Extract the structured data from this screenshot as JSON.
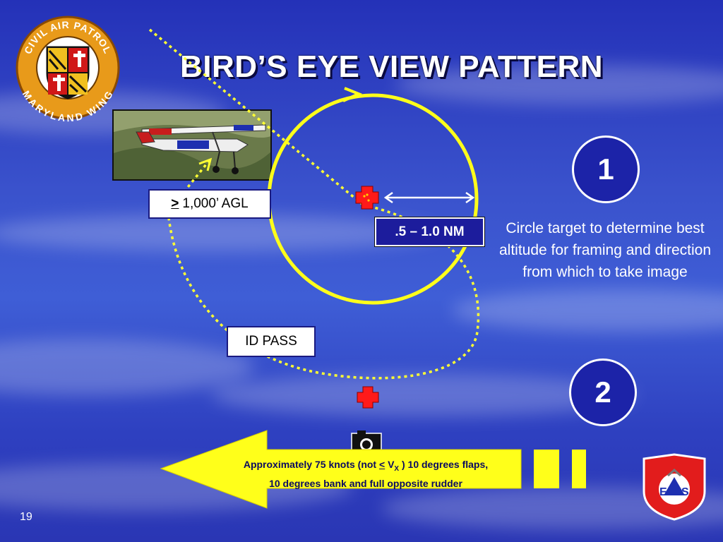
{
  "slide": {
    "title": "BIRD’S EYE VIEW PATTERN",
    "page_number": "19"
  },
  "labels": {
    "altitude_symbol": ">",
    "altitude_text": "1,000’ AGL",
    "distance": ".5 – 1.0 NM",
    "id_pass": "ID PASS"
  },
  "steps": [
    {
      "number": "1",
      "description": "Circle target to determine best altitude for framing and direction from which to take image"
    },
    {
      "number": "2"
    }
  ],
  "arrow_note": {
    "line1_prefix": "Approximately 75 knots (not ",
    "line1_symbol": "<",
    "line1_v": "V",
    "line1_sub": "X",
    "line1_suffix": " ) 10 degrees flaps,",
    "line2": "10 degrees bank and full opposite rudder"
  },
  "logos": {
    "cap_top_text": "CIVIL AIR PATROL",
    "cap_bottom_text": "MARYLAND WING",
    "es_text_left": "E",
    "es_text_right": "S"
  },
  "colors": {
    "path_yellow": "#ffff33",
    "arrow_yellow": "#ffff1a",
    "target_red": "#ff1a1a",
    "badge_blue": "#1c23a8"
  }
}
